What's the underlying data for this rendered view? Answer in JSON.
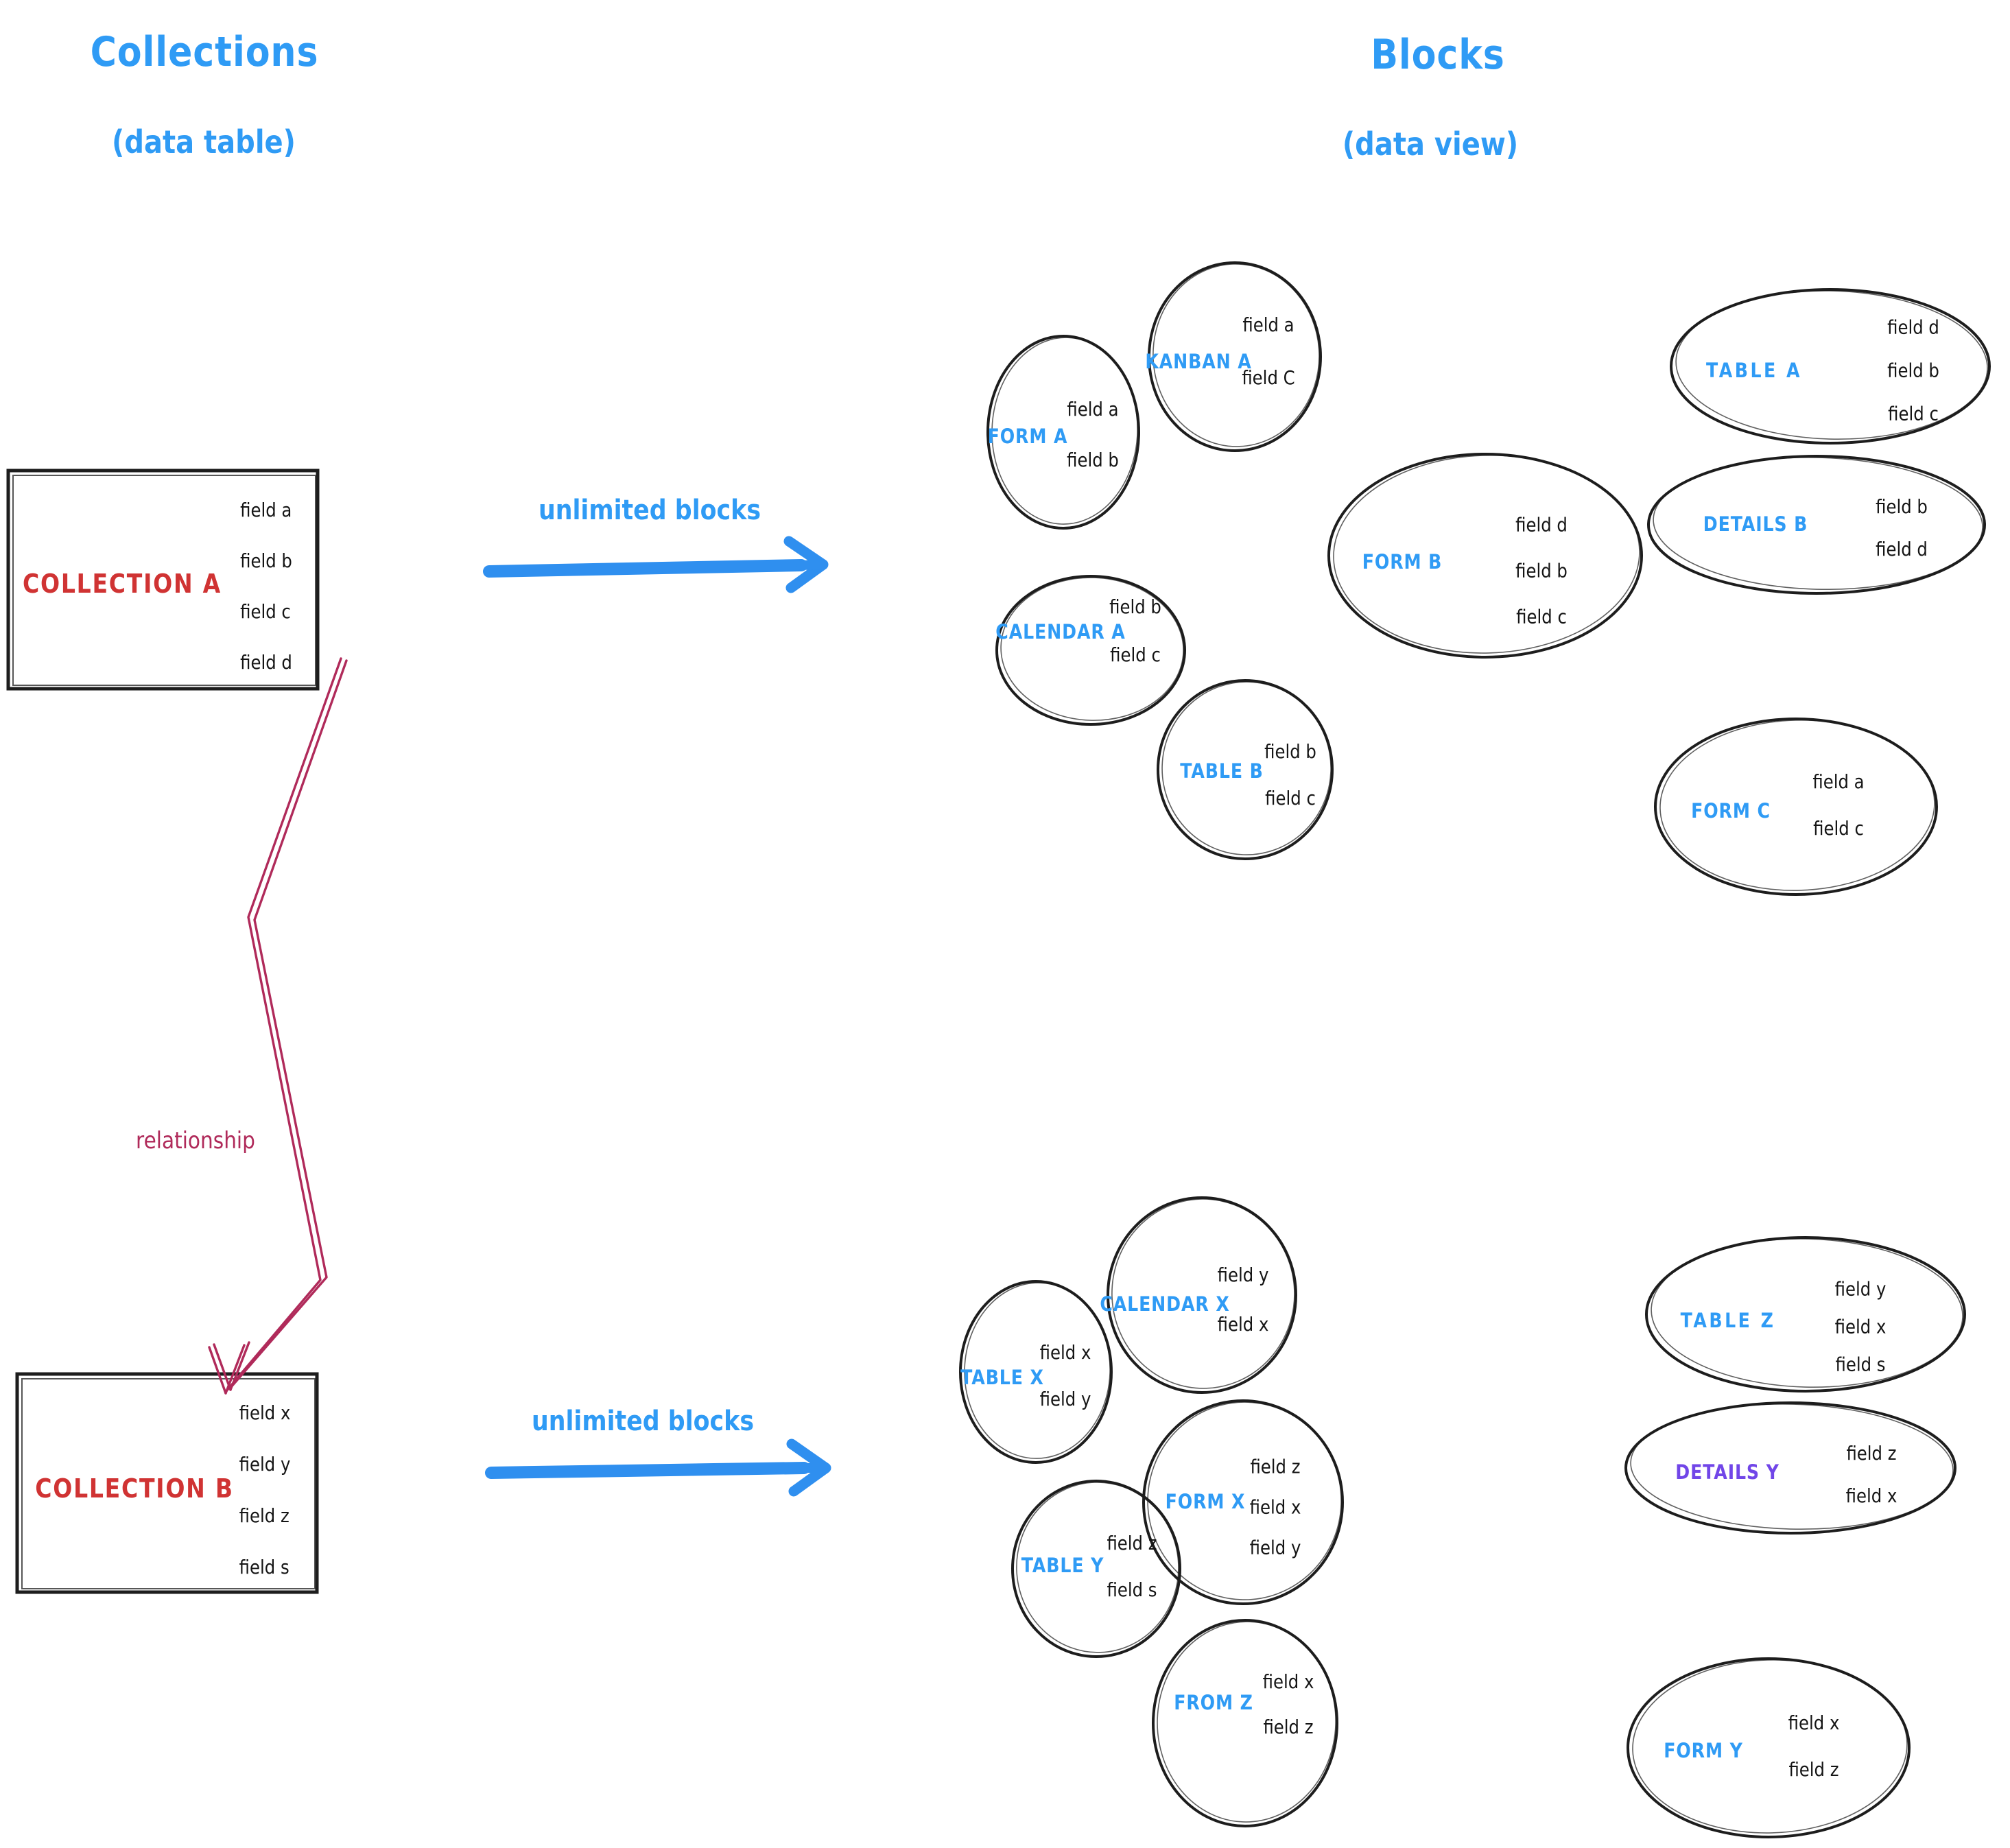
{
  "titles": {
    "left_main": "Collections",
    "left_sub": "(data table)",
    "right_main": "Blocks",
    "right_sub": "(data view)"
  },
  "collections": [
    {
      "name": "COLLECTION A",
      "fields": [
        "field a",
        "field b",
        "field c",
        "field d"
      ]
    },
    {
      "name": "COLLECTION B",
      "fields": [
        "field x",
        "field y",
        "field z",
        "field s"
      ]
    }
  ],
  "arrows": {
    "top_label": "unlimited blocks",
    "bottom_label": "unlimited blocks",
    "relationship_label": "relationship"
  },
  "blocks_a": [
    {
      "label": "FORM A",
      "fields": [
        "field a",
        "field b"
      ]
    },
    {
      "label": "KANBAN A",
      "fields": [
        "field a",
        "field C"
      ]
    },
    {
      "label": "TABLE A",
      "fields": [
        "field d",
        "field b",
        "field c"
      ]
    },
    {
      "label": "CALENDAR A",
      "fields": [
        "field b",
        "field c"
      ]
    },
    {
      "label": "FORM B",
      "fields": [
        "field d",
        "field b",
        "field c"
      ]
    },
    {
      "label": "DETAILS B",
      "fields": [
        "field b",
        "field d"
      ]
    },
    {
      "label": "TABLE B",
      "fields": [
        "field b",
        "field c"
      ]
    },
    {
      "label": "FORM C",
      "fields": [
        "field a",
        "field c"
      ]
    }
  ],
  "blocks_b": [
    {
      "label": "TABLE X",
      "fields": [
        "field x",
        "field y"
      ]
    },
    {
      "label": "CALENDAR X",
      "fields": [
        "field y",
        "field x"
      ]
    },
    {
      "label": "TABLE Z",
      "fields": [
        "field y",
        "field x",
        "field s"
      ]
    },
    {
      "label": "FORM X",
      "fields": [
        "field z",
        "field x",
        "field y"
      ]
    },
    {
      "label": "TABLE Y",
      "fields": [
        "field z",
        "field s"
      ]
    },
    {
      "label": "DETAILS Y",
      "fields": [
        "field z",
        "field x"
      ]
    },
    {
      "label": "FROM Z",
      "fields": [
        "field x",
        "field z"
      ]
    },
    {
      "label": "FORM Y",
      "fields": [
        "field x",
        "field z"
      ]
    }
  ],
  "colors": {
    "blue": "#2f9bf5",
    "red": "#d03333",
    "crimson": "#b02a5a",
    "purple": "#7146e8",
    "ink": "#1d1d1d"
  }
}
